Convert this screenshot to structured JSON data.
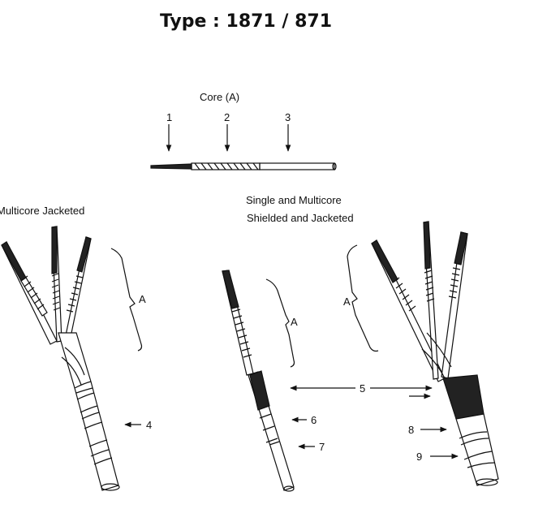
{
  "title": "Type : 1871 / 871",
  "core_label": "Core (A)",
  "core_callouts": [
    "1",
    "2",
    "3"
  ],
  "left_caption": "Multicore Jacketed",
  "mid_caption_line1": "Single and Multicore",
  "mid_caption_line2": "Shielded and Jacketed",
  "bracket_label": "A",
  "callouts": {
    "c4": "4",
    "c5": "5",
    "c6": "6",
    "c7": "7",
    "c8": "8",
    "c9": "9"
  }
}
